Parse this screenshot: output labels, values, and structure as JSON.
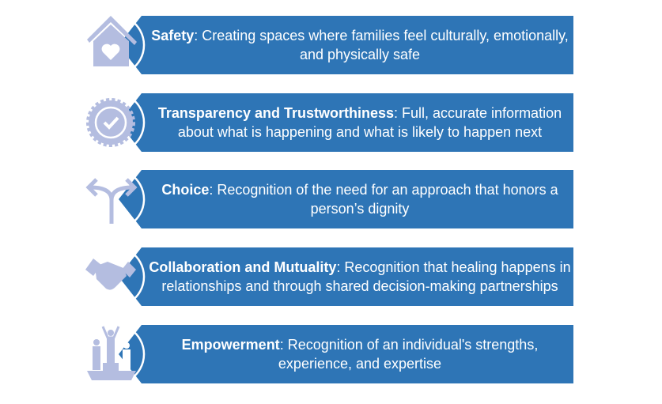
{
  "colors": {
    "banner": "#2e75b6",
    "icon": "#b4bde0",
    "text": "#ffffff"
  },
  "items": [
    {
      "icon": "house-heart-icon",
      "title": "Safety",
      "desc": ": Creating spaces where families feel culturally, emotionally, and physically safe"
    },
    {
      "icon": "badge-check-icon",
      "title": "Transparency and Trustworthiness",
      "desc": ": Full, accurate information about what is happening and what is likely to happen next"
    },
    {
      "icon": "split-arrows-icon",
      "title": "Choice",
      "desc": ": Recognition of the need for an approach that honors a person’s dignity"
    },
    {
      "icon": "handshake-icon",
      "title": "Collaboration and Mutuality",
      "desc": ": Recognition that healing happens in relationships and through shared decision-making partnerships"
    },
    {
      "icon": "podium-people-icon",
      "title": "Empowerment",
      "desc": ": Recognition of an individual's strengths, experience, and expertise"
    }
  ]
}
